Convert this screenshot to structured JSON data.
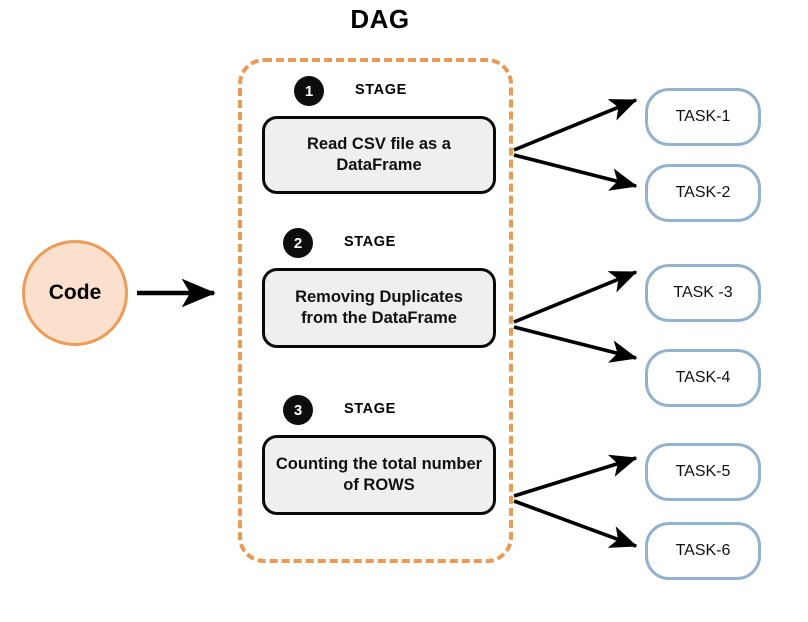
{
  "diagram": {
    "title": "DAG",
    "colors": {
      "dag_border": "#ea9a57",
      "code_fill": "#fbe0ce",
      "code_border": "#ed9b56",
      "stage_fill": "#efefef",
      "stage_border": "#0a0a0a",
      "badge_fill": "#0d0d0d",
      "task_border": "#93b2cd",
      "task_fill": "#ffffff",
      "arrow": "#000000"
    }
  },
  "code_node": {
    "label": "Code"
  },
  "stages": [
    {
      "number": "1",
      "word": "STAGE",
      "text": "Read CSV file as a DataFrame"
    },
    {
      "number": "2",
      "word": "STAGE",
      "text": "Removing Duplicates from the DataFrame"
    },
    {
      "number": "3",
      "word": "STAGE",
      "text": "Counting the total number of ROWS"
    }
  ],
  "tasks": [
    {
      "label": "TASK-1"
    },
    {
      "label": "TASK-2"
    },
    {
      "label": "TASK -3"
    },
    {
      "label": "TASK-4"
    },
    {
      "label": "TASK-5"
    },
    {
      "label": "TASK-6"
    }
  ]
}
